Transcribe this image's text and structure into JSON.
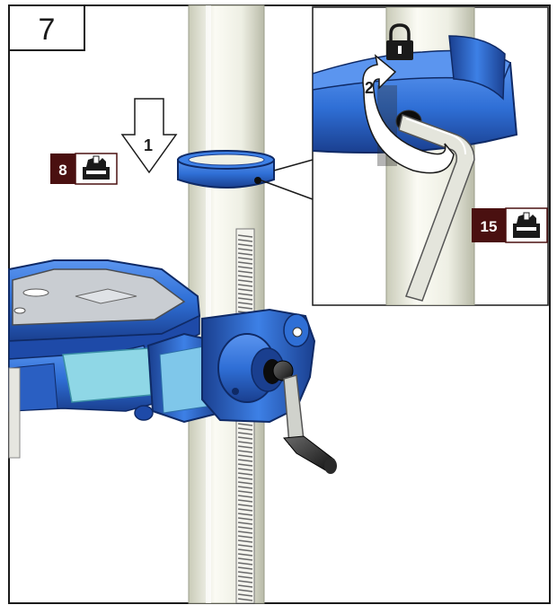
{
  "step": {
    "number": "7"
  },
  "arrows": {
    "down": {
      "label": "1"
    },
    "rotate": {
      "label": "2"
    }
  },
  "badges": [
    {
      "number": "8",
      "icon": "toolbox-icon"
    },
    {
      "number": "15",
      "icon": "toolbox-icon"
    }
  ],
  "icons": {
    "lock": "padlock-icon",
    "toolbox": "toolbox-icon"
  },
  "colors": {
    "frame": "#1a1a1a",
    "blue": "#2f6fd6",
    "blue_dark": "#1a3f8f",
    "blue_light": "#8fd7e6",
    "column": "#f1f2e8",
    "badge_bg": "#4a1010",
    "badge_fg": "#ffffff"
  }
}
